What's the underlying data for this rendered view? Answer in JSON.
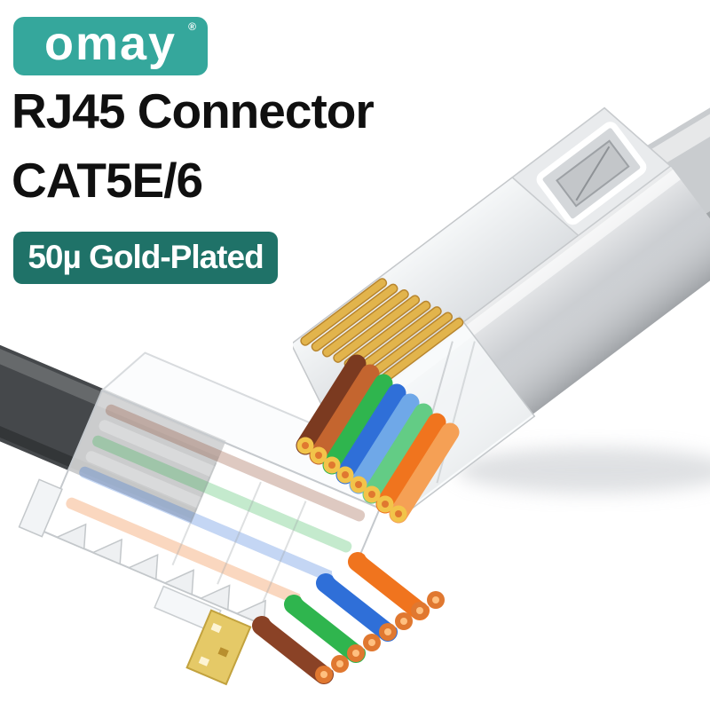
{
  "colors": {
    "background": "#FFFFFF",
    "brand_teal": "#35A79C",
    "badge_teal": "#1F7268",
    "title_color": "#101010"
  },
  "header": {
    "logo_text": "omay",
    "registered_mark": "®",
    "title_line1": "RJ45 Connector",
    "title_line2": "CAT5E/6",
    "badge_label": "50µ Gold-Plated"
  },
  "products": {
    "shielded": {
      "pin_count": 8,
      "pin_color": "#E2B44C",
      "body_color": "#C9CCD0",
      "cable_color": "#C9CCCF",
      "wire_tip_color": "#F2C44A",
      "wire_colors": [
        "#7B3A20",
        "#C4652F",
        "#2FB54E",
        "#2F6FD8",
        "#6FA8E8",
        "#63CC85",
        "#F0741E",
        "#F5A055"
      ]
    },
    "clear": {
      "cable_color": "#45484B",
      "contact_color": "#E5C967",
      "wire_tip_color": "#E07830",
      "wire_colors": [
        "#8A4226",
        "#FFFFFF",
        "#2FB54E",
        "#FFFFFF",
        "#2F6FD8",
        "#FFFFFF",
        "#F0741E",
        "#FFFFFF"
      ]
    }
  }
}
